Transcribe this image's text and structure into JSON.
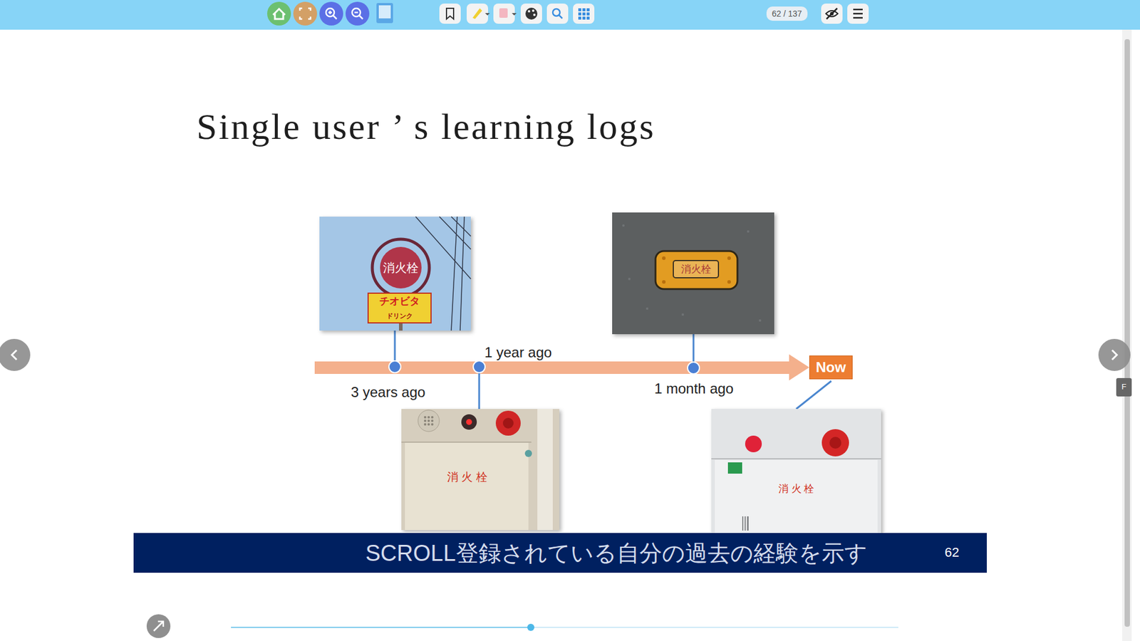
{
  "diagram": {
    "title": "Single user ’ s learning logs",
    "nodes": [
      {
        "text": [
          "62 / 137"
        ]
      },
      {
        "text": [
          "Now"
        ]
      },
      {
        "text": [
          "SCROLL登録されている自分の過去の経験を示す",
          "62"
        ]
      }
    ],
    "labels": [
      "3 years ago",
      "1 year ago",
      "1 month ago",
      "消火栓",
      "チオビタ",
      "ドリンク",
      "消火栓",
      "消 火 栓",
      "消 火 栓",
      "F"
    ]
  }
}
